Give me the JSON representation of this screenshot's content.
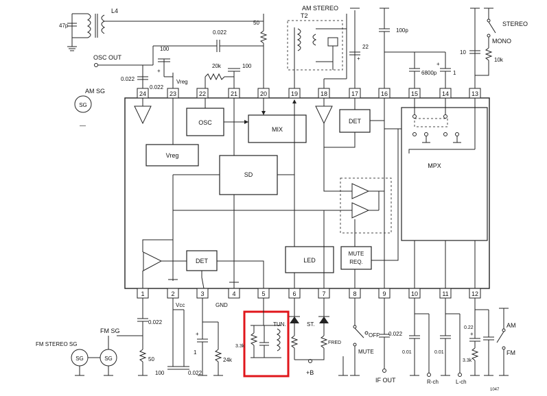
{
  "ic_blocks": {
    "osc": "OSC",
    "mix": "MIX",
    "vreg": "Vreg",
    "sd": "SD",
    "det_top": "DET",
    "det_bottom": "DET",
    "mpx": "MPX",
    "led": "LED",
    "mute_req_line1": "MUTE",
    "mute_req_line2": "REQ."
  },
  "pins_top": [
    "24",
    "23",
    "22",
    "21",
    "20",
    "19",
    "18",
    "17",
    "16",
    "15",
    "14",
    "13"
  ],
  "pins_bottom": [
    "1",
    "2",
    "3",
    "4",
    "5",
    "6",
    "7",
    "8",
    "9",
    "10",
    "11",
    "12"
  ],
  "labels": {
    "am_stereo": "AM STEREO",
    "t2": "T2",
    "l4": "L4",
    "osc_out": "OSC OUT",
    "am_sg": "AM SG",
    "fm_sg": "FM SG",
    "fm_stereo_sg": "FM STEREO SG",
    "vreg_label": "Vreg",
    "vcc": "Vcc",
    "gnd": "GND",
    "tun": "TUN.",
    "st": "ST.",
    "off": "OFF",
    "mute": "MUTE",
    "if_out": "IF OUT",
    "r_ch": "R-ch",
    "l_ch": "L-ch",
    "am": "AM",
    "fm": "FM",
    "stereo": "STEREO",
    "mono": "MONO",
    "plus_b": "+B",
    "fred": "FRED",
    "sg": "SG",
    "dash": "—",
    "corner_code": "1047"
  },
  "components": {
    "c_47p": "47p",
    "c_0022_top": "0.022",
    "c_100_a": "100",
    "c_0022_left": "0.022",
    "c_0022_left2": "0.022",
    "r_20k": "20k",
    "c_100_b": "100",
    "r_50_top": "50",
    "c_22": "22",
    "c_100p": "100p",
    "c_10": "10",
    "r_10k": "10k",
    "c_6800p": "6800p",
    "c_1": "1",
    "c_0022_pin1": "0.022",
    "r_50_bottom": "50",
    "c_100_bottom": "100",
    "c_0022_bottom": "0.022",
    "c_1_bottom": "1",
    "r_24k": "24k",
    "r_33k": "3.3k",
    "c_0022_pin9": "0.022",
    "c_001_a": "0.01",
    "c_001_b": "0.01",
    "c_022": "0.22",
    "r_33k_b": "3.3k"
  },
  "colors": {
    "highlight": "#e0161b",
    "line": "#222222"
  }
}
